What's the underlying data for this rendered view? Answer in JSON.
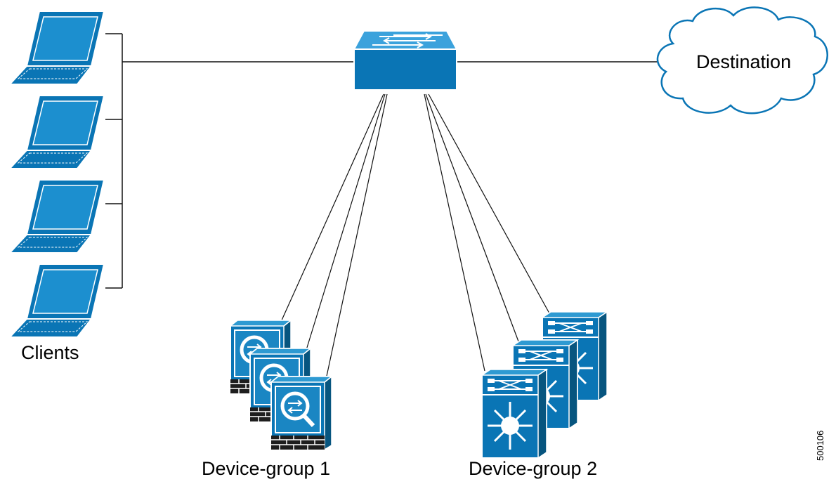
{
  "labels": {
    "clients": "Clients",
    "destination": "Destination",
    "group1": "Device-group 1",
    "group2": "Device-group 2",
    "figure_id": "500106"
  },
  "icons": {
    "clients": "laptop-icon",
    "hub": "switch-icon",
    "destination": "cloud-icon",
    "group1": "firewall-icon",
    "group2": "multilayer-switch-icon"
  },
  "colors": {
    "icon_fill": "#0a75b5",
    "icon_light": "#2e9ad2",
    "icon_dark": "#07557f",
    "line": "#111111"
  }
}
